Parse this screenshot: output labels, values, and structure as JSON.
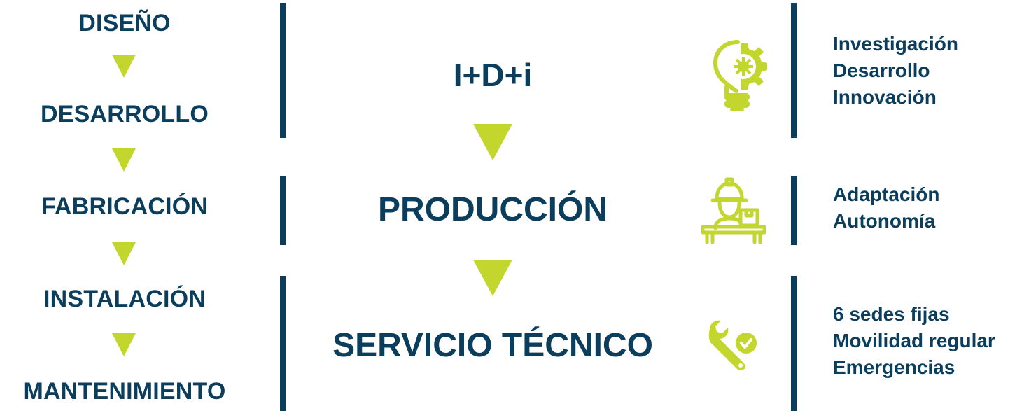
{
  "colors": {
    "navy": "#0b3d5c",
    "lime": "#c2d62e",
    "background": "#ffffff"
  },
  "stages": [
    {
      "label": "DISEÑO"
    },
    {
      "label": "DESARROLLO"
    },
    {
      "label": "FABRICACIÓN"
    },
    {
      "label": "INSTALACIÓN"
    },
    {
      "label": "MANTENIMIENTO"
    }
  ],
  "pillars": [
    {
      "title": "I+D+i",
      "icon": "lightbulb-gear-icon",
      "features": [
        "Investigación",
        "Desarrollo",
        "Innovación"
      ]
    },
    {
      "title": "PRODUCCIÓN",
      "icon": "worker-at-desk-icon",
      "features": [
        "Adaptación",
        "Autonomía"
      ]
    },
    {
      "title": "SERVICIO TÉCNICO",
      "icon": "wrench-check-icon",
      "features": [
        "6 sedes fijas",
        "Movilidad regular",
        "Emergencias"
      ]
    }
  ]
}
